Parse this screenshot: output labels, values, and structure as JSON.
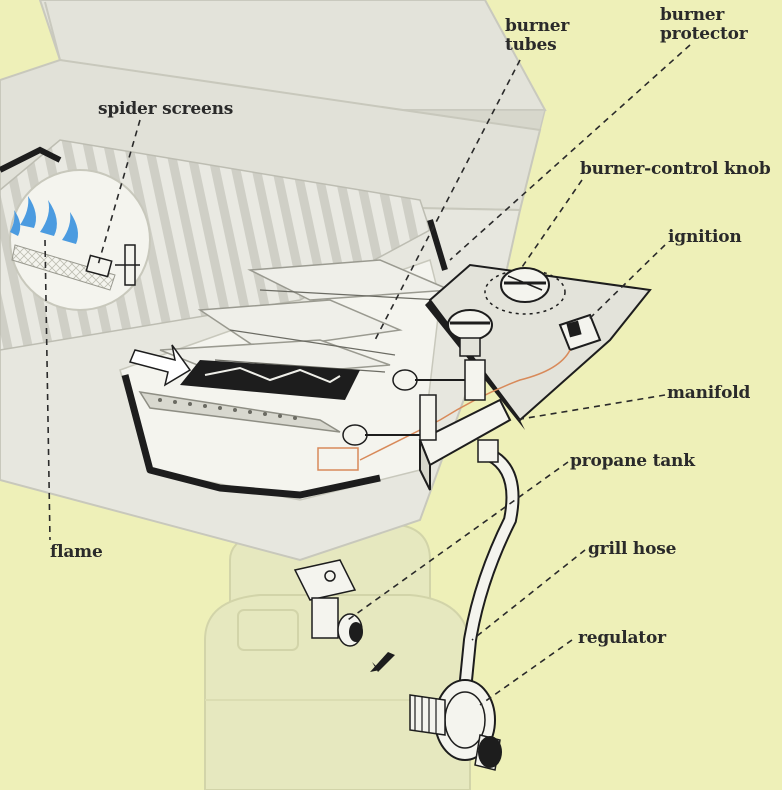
{
  "labels": {
    "burner_tubes": "burner\ntubes",
    "burner_protector": "burner\nprotector",
    "spider_screens": "spider screens",
    "burner_control_knob": "burner-control knob",
    "ignition": "ignition",
    "manifold": "manifold",
    "propane_tank": "propane tank",
    "grill_hose": "grill hose",
    "regulator": "regulator",
    "flame": "flame"
  },
  "colors": {
    "background": "#eef0b8",
    "ink": "#2a2a2a",
    "grill_body": "#e4e4dc",
    "shadow": "#d2d2c8",
    "burner_black": "#1d1d1d",
    "flame_blue": "#4b9be0",
    "ignition_wire": "#d88a5a",
    "tank": "#e6e8c0"
  }
}
